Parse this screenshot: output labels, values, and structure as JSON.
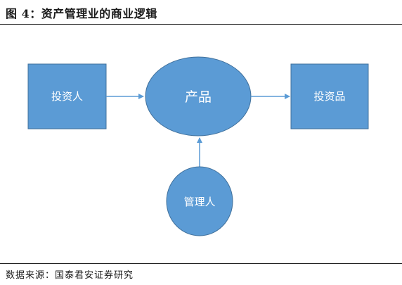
{
  "figure": {
    "title": "图 4：资产管理业的商业逻辑",
    "source": "数据来源：国泰君安证券研究"
  },
  "diagram": {
    "nodes": {
      "investor": "投资人",
      "product": "产品",
      "investment": "投资品",
      "manager": "管理人"
    },
    "colors": {
      "fill": "#5b9bd5",
      "stroke": "#41719c",
      "arrow": "#5b9bd5",
      "text": "#ffffff"
    }
  }
}
